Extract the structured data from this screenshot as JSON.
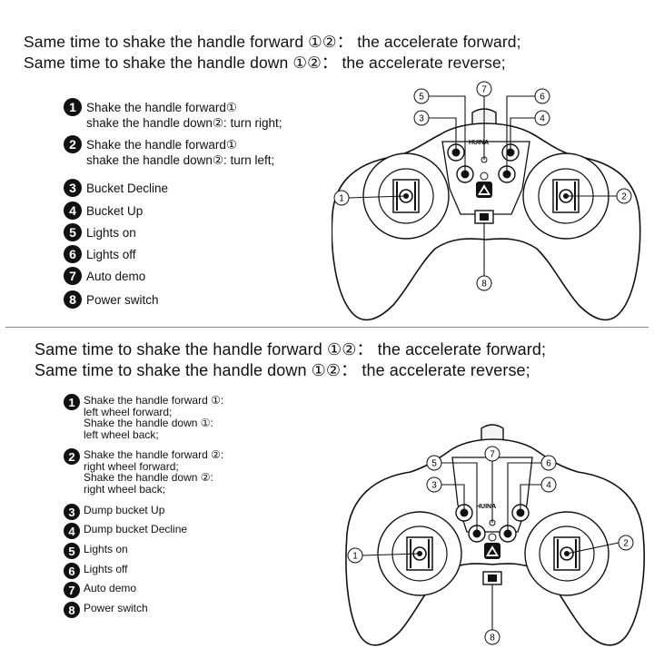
{
  "section1": {
    "header": {
      "line1": "Same time to shake the handle forward ①②： the accelerate forward;",
      "line2": "Same time to shake the handle down ①②： the accelerate reverse;"
    },
    "legend": [
      {
        "num": "1",
        "lines": [
          "Shake the handle forward①",
          "shake the handle down②: turn right;"
        ]
      },
      {
        "num": "2",
        "lines": [
          "Shake the handle forward①",
          "shake the handle down②: turn left;"
        ]
      },
      {
        "num": "3",
        "lines": [
          "Bucket Decline"
        ]
      },
      {
        "num": "4",
        "lines": [
          "Bucket Up"
        ]
      },
      {
        "num": "5",
        "lines": [
          "Lights on"
        ]
      },
      {
        "num": "6",
        "lines": [
          "Lights off"
        ]
      },
      {
        "num": "7",
        "lines": [
          "Auto demo"
        ]
      },
      {
        "num": "8",
        "lines": [
          "Power switch"
        ]
      }
    ],
    "brand": "HUINA",
    "callouts": [
      "1",
      "2",
      "3",
      "4",
      "5",
      "6",
      "7",
      "8"
    ]
  },
  "section2": {
    "header": {
      "line1": "Same time to shake the handle forward ①②： the accelerate forward;",
      "line2": "Same time to shake the handle down ①②： the accelerate reverse;"
    },
    "legend": [
      {
        "num": "1",
        "lines": [
          "Shake the handle forward ①:",
          "left wheel forward;",
          "Shake the handle down ①:",
          "left wheel back;"
        ]
      },
      {
        "num": "2",
        "lines": [
          "Shake the handle forward ②:",
          "right wheel forward;",
          "Shake the handle down ②:",
          "right wheel back;"
        ]
      },
      {
        "num": "3",
        "lines": [
          "Dump bucket Up"
        ]
      },
      {
        "num": "4",
        "lines": [
          "Dump bucket Decline"
        ]
      },
      {
        "num": "5",
        "lines": [
          "Lights on"
        ]
      },
      {
        "num": "6",
        "lines": [
          "Lights off"
        ]
      },
      {
        "num": "7",
        "lines": [
          "Auto demo"
        ]
      },
      {
        "num": "8",
        "lines": [
          "Power switch"
        ]
      }
    ],
    "brand": "HUINA",
    "callouts": [
      "1",
      "2",
      "3",
      "4",
      "5",
      "6",
      "7",
      "8"
    ]
  }
}
